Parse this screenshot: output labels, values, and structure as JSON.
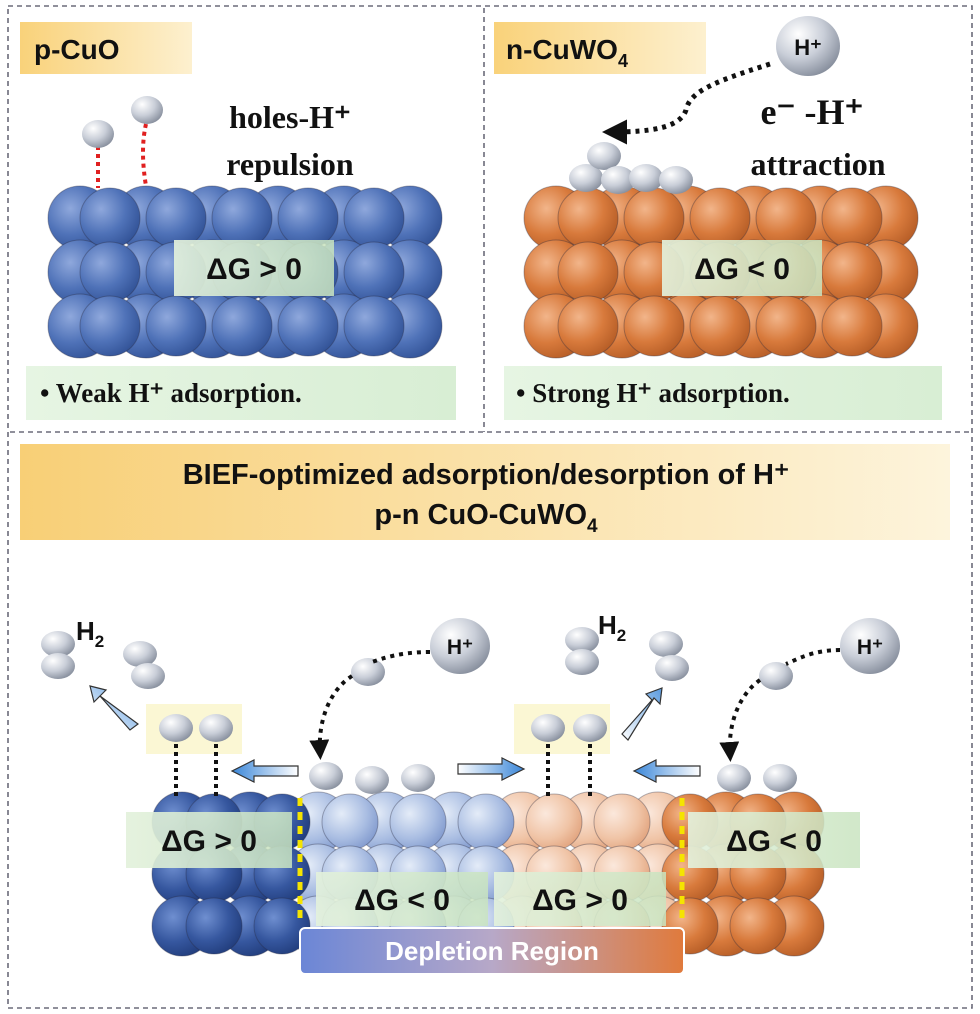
{
  "panel_top_left": {
    "label": "p-CuO",
    "note_line1": "holes-H⁺",
    "note_line2": "repulsion",
    "delta_g": "ΔG > 0",
    "bullet": "•  Weak H⁺ adsorption."
  },
  "panel_top_right": {
    "label_main": "n-CuWO",
    "label_sub": "4",
    "proton": "H⁺",
    "note_line1": "e⁻ -H⁺",
    "note_line2": "attraction",
    "delta_g": "ΔG < 0",
    "bullet": "•  Strong H⁺ adsorption."
  },
  "panel_bottom": {
    "title_line1": "BIEF-optimized adsorption/desorption of H⁺",
    "title_line2_main": "p-n CuO-CuWO",
    "title_line2_sub": "4",
    "h2_left_main": "H",
    "h2_left_sub": "2",
    "h2_right_main": "H",
    "h2_right_sub": "2",
    "proton_left": "H⁺",
    "proton_right": "H⁺",
    "delta_g_1": "ΔG > 0",
    "delta_g_2": "ΔG < 0",
    "delta_g_3": "ΔG > 0",
    "delta_g_4": "ΔG < 0",
    "depletion_label": "Depletion Region"
  },
  "colors": {
    "cuo_blue": "#4a6db5",
    "cuwo4_orange": "#d9773a",
    "label_bg": "#fbd98a",
    "bullet_bg": "#e3f3e0",
    "bond_red": "#e02020",
    "junction_yellow": "#f5e400"
  }
}
